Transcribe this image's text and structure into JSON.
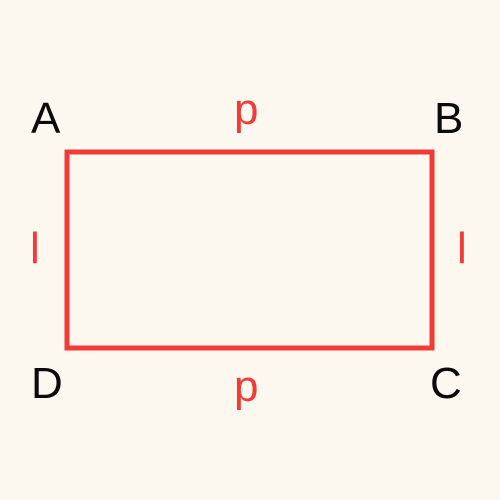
{
  "colors": {
    "background": "#fcf8ef",
    "rectangle_stroke": "#f23a37",
    "vertex_text": "#0b0b0b",
    "side_text": "#f23a37"
  },
  "vertices": {
    "a": "A",
    "b": "B",
    "c": "C",
    "d": "D"
  },
  "sides": {
    "top": "p",
    "bottom": "p",
    "left": "l",
    "right": "l"
  }
}
